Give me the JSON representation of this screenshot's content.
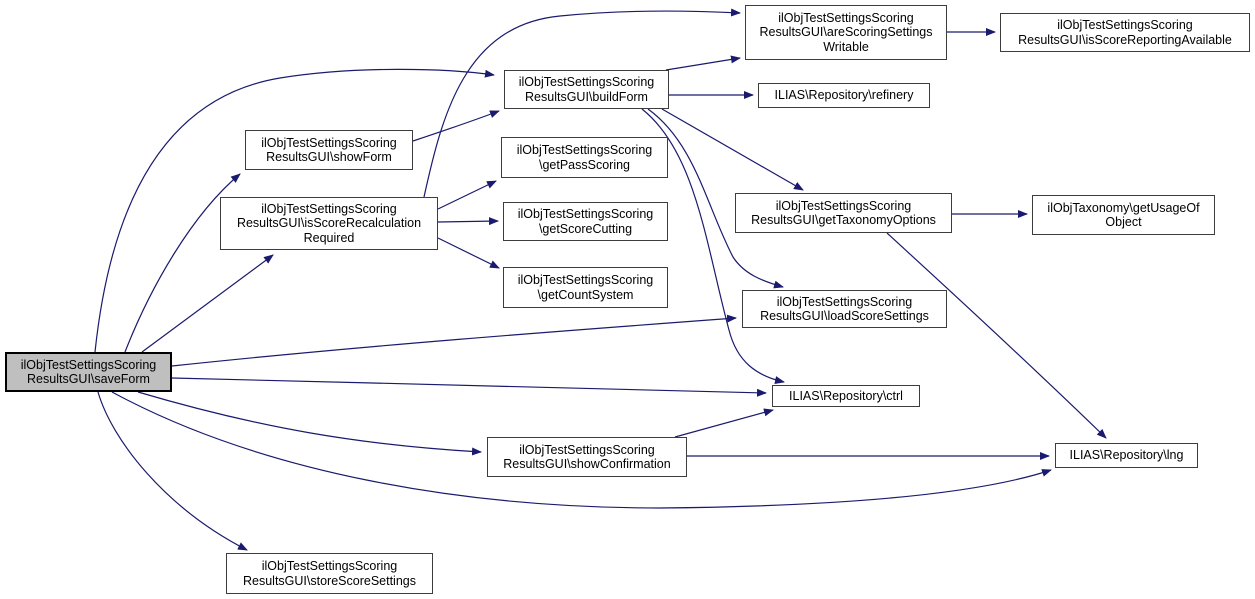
{
  "diagram": {
    "type": "doxygen-call-graph",
    "edge_color": "#1a1a6e",
    "node_border_color": "#3d3d3d",
    "highlight_node_fill": "#bfbfbf",
    "nodes": {
      "saveForm": {
        "label": "ilObjTestSettingsScoring\nResultsGUI\\saveForm",
        "highlighted": true
      },
      "showForm": {
        "label": "ilObjTestSettingsScoring\nResultsGUI\\showForm"
      },
      "isScoreRecalculationRequired": {
        "label": "ilObjTestSettingsScoring\nResultsGUI\\isScoreRecalculation\nRequired"
      },
      "buildForm": {
        "label": "ilObjTestSettingsScoring\nResultsGUI\\buildForm"
      },
      "getPassScoring": {
        "label": "ilObjTestSettingsScoring\n\\getPassScoring"
      },
      "getScoreCutting": {
        "label": "ilObjTestSettingsScoring\n\\getScoreCutting"
      },
      "getCountSystem": {
        "label": "ilObjTestSettingsScoring\n\\getCountSystem"
      },
      "areScoringSettingsWritable": {
        "label": "ilObjTestSettingsScoring\nResultsGUI\\areScoringSettings\nWritable"
      },
      "isScoreReportingAvailable": {
        "label": "ilObjTestSettingsScoring\nResultsGUI\\isScoreReportingAvailable"
      },
      "refinery": {
        "label": "ILIAS\\Repository\\refinery"
      },
      "getTaxonomyOptions": {
        "label": "ilObjTestSettingsScoring\nResultsGUI\\getTaxonomyOptions"
      },
      "getUsageOfObject": {
        "label": "ilObjTaxonomy\\getUsageOf\nObject"
      },
      "loadScoreSettings": {
        "label": "ilObjTestSettingsScoring\nResultsGUI\\loadScoreSettings"
      },
      "ctrl": {
        "label": "ILIAS\\Repository\\ctrl"
      },
      "showConfirmation": {
        "label": "ilObjTestSettingsScoring\nResultsGUI\\showConfirmation"
      },
      "lng": {
        "label": "ILIAS\\Repository\\lng"
      },
      "storeScoreSettings": {
        "label": "ilObjTestSettingsScoring\nResultsGUI\\storeScoreSettings"
      }
    },
    "edges": [
      {
        "from": "saveForm",
        "to": "buildForm"
      },
      {
        "from": "saveForm",
        "to": "showForm"
      },
      {
        "from": "saveForm",
        "to": "isScoreRecalculationRequired"
      },
      {
        "from": "saveForm",
        "to": "loadScoreSettings"
      },
      {
        "from": "saveForm",
        "to": "ctrl"
      },
      {
        "from": "saveForm",
        "to": "showConfirmation"
      },
      {
        "from": "saveForm",
        "to": "lng"
      },
      {
        "from": "saveForm",
        "to": "storeScoreSettings"
      },
      {
        "from": "showForm",
        "to": "buildForm"
      },
      {
        "from": "isScoreRecalculationRequired",
        "to": "areScoringSettingsWritable"
      },
      {
        "from": "isScoreRecalculationRequired",
        "to": "getPassScoring"
      },
      {
        "from": "isScoreRecalculationRequired",
        "to": "getScoreCutting"
      },
      {
        "from": "isScoreRecalculationRequired",
        "to": "getCountSystem"
      },
      {
        "from": "buildForm",
        "to": "areScoringSettingsWritable"
      },
      {
        "from": "buildForm",
        "to": "refinery"
      },
      {
        "from": "buildForm",
        "to": "getTaxonomyOptions"
      },
      {
        "from": "buildForm",
        "to": "loadScoreSettings"
      },
      {
        "from": "buildForm",
        "to": "ctrl"
      },
      {
        "from": "areScoringSettingsWritable",
        "to": "isScoreReportingAvailable"
      },
      {
        "from": "getTaxonomyOptions",
        "to": "getUsageOfObject"
      },
      {
        "from": "getTaxonomyOptions",
        "to": "lng"
      },
      {
        "from": "showConfirmation",
        "to": "ctrl"
      },
      {
        "from": "showConfirmation",
        "to": "lng"
      }
    ]
  }
}
